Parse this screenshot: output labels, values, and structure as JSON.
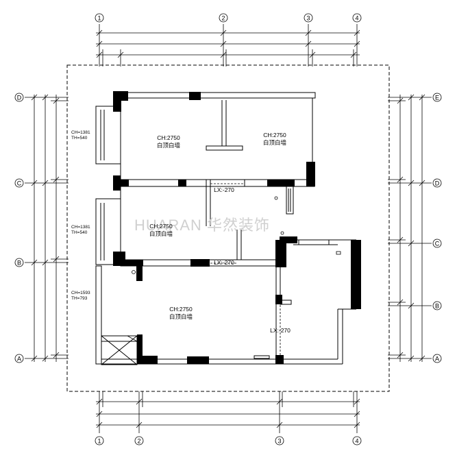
{
  "grid": {
    "top": [
      "1",
      "2",
      "3",
      "4"
    ],
    "bottom": [
      "1",
      "2",
      "3",
      "4"
    ],
    "left": [
      "D",
      "C",
      "B",
      "A"
    ],
    "right": [
      "E",
      "D",
      "C",
      "B",
      "A"
    ]
  },
  "rooms": [
    {
      "ch": "CH:2750",
      "ceiling": "白顶白墙"
    },
    {
      "ch": "CH:2750",
      "ceiling": "白顶白墙"
    },
    {
      "ch": "CH:2750",
      "ceiling": "白顶白墙"
    },
    {
      "ch": "CH:2750",
      "ceiling": "白顶白墙"
    }
  ],
  "level_marks": [
    "LX:-270",
    "LX:-270",
    "LX:-270"
  ],
  "windows": [
    {
      "ch": "CH=1381",
      "th": "TH=540"
    },
    {
      "ch": "CH=1381",
      "th": "TH=540"
    },
    {
      "ch": "CH=1593",
      "th": "TH=793"
    }
  ],
  "watermark": "HUARAN 华然装饰"
}
